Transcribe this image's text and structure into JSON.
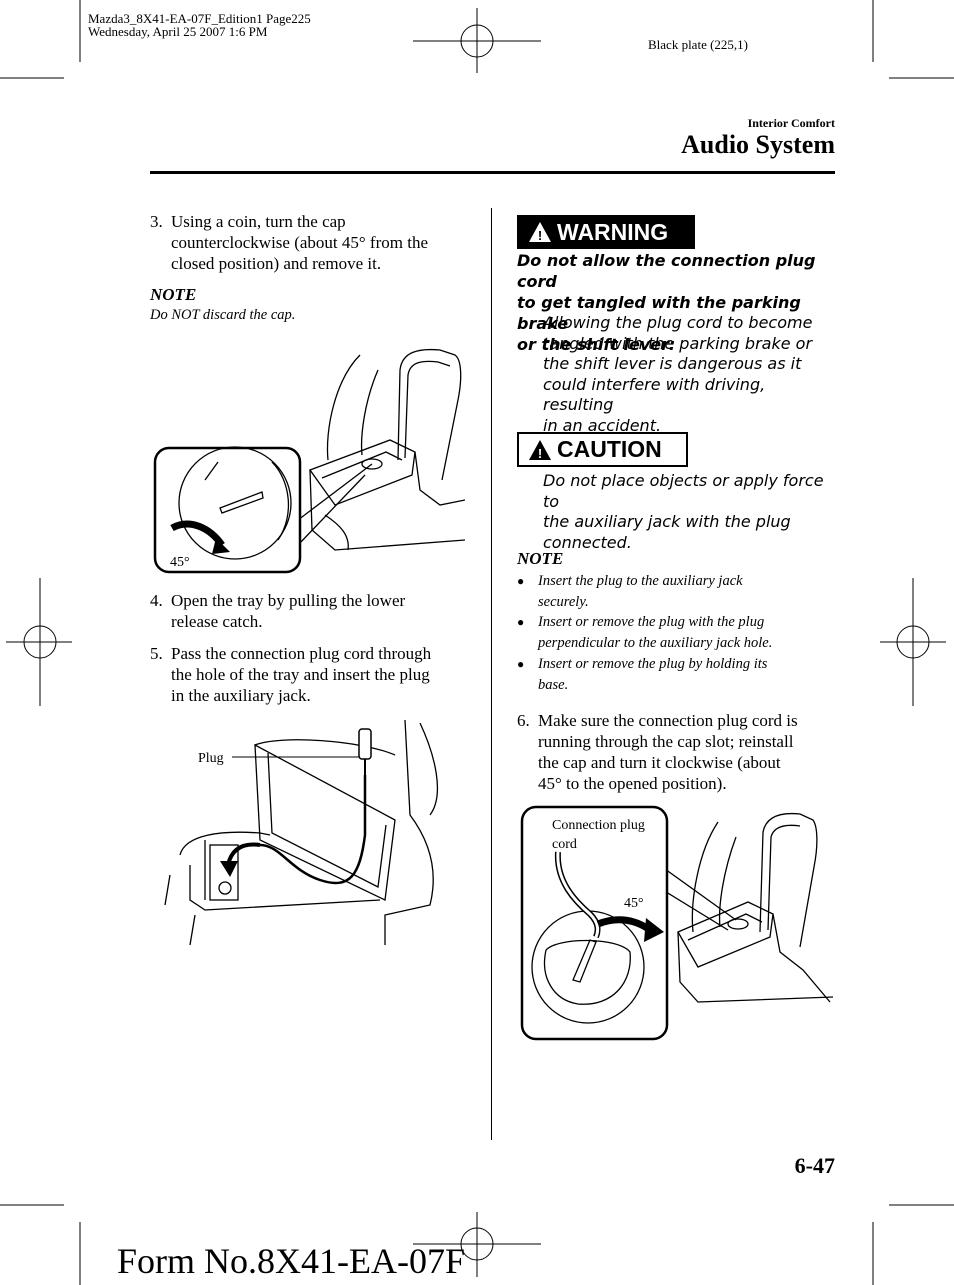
{
  "print_header": {
    "line1": "Mazda3_8X41-EA-07F_Edition1 Page225",
    "line2": "Wednesday, April 25 2007 1:6 PM",
    "plate": "Black plate (225,1)"
  },
  "section": {
    "category": "Interior Comfort",
    "title": "Audio System"
  },
  "left": {
    "step3": {
      "num": "3.",
      "lines": [
        "Using a coin, turn the cap",
        "counterclockwise (about 45° from the",
        "closed position) and remove it."
      ]
    },
    "note1": {
      "heading": "NOTE",
      "text": "Do NOT discard the cap."
    },
    "fig1": {
      "angle_label": "45°"
    },
    "step4": {
      "num": "4.",
      "lines": [
        "Open the tray by pulling the lower",
        "release catch."
      ]
    },
    "step5": {
      "num": "5.",
      "lines": [
        "Pass the connection plug cord through",
        "the hole of the tray and insert the plug",
        "in the auxiliary jack."
      ]
    },
    "fig2": {
      "plug_label": "Plug"
    }
  },
  "right": {
    "warning": {
      "label": "WARNING",
      "title_lines": [
        "Do not allow the connection plug cord",
        "to get tangled with the parking brake",
        "or the shift lever:"
      ],
      "body_lines": [
        "Allowing the plug cord to become",
        "tangled with the parking brake or",
        "the shift lever is dangerous as it",
        "could interfere with driving, resulting",
        "in an accident."
      ]
    },
    "caution": {
      "label": "CAUTION",
      "body_lines": [
        "Do not place objects or apply force to",
        "the auxiliary jack with the plug",
        "connected."
      ]
    },
    "note2": {
      "heading": "NOTE",
      "bullets": [
        [
          "Insert the plug to the auxiliary jack",
          "securely."
        ],
        [
          "Insert or remove the plug with the plug",
          "perpendicular to the auxiliary jack hole."
        ],
        [
          "Insert or remove the plug by holding its",
          "base."
        ]
      ]
    },
    "step6": {
      "num": "6.",
      "lines": [
        "Make sure the connection plug cord is",
        "running through the cap slot; reinstall",
        "the cap and turn it clockwise (about",
        "45° to the opened position)."
      ]
    },
    "fig3": {
      "cord_label_lines": [
        "Connection plug",
        "cord"
      ],
      "angle_label": "45°"
    }
  },
  "footer": {
    "page_number": "6-47",
    "form_number": "Form No.8X41-EA-07F"
  }
}
